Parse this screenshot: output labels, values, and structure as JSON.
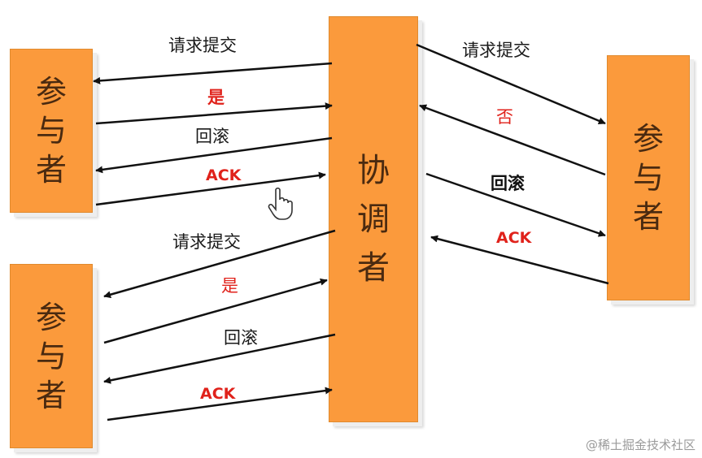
{
  "participant_label": [
    "参",
    "与",
    "者"
  ],
  "coordinator_label": [
    "协",
    "调",
    "者"
  ],
  "top_left": {
    "request": "请求提交",
    "yes": "是",
    "rollback": "回滚",
    "ack": "ACK"
  },
  "right": {
    "request": "请求提交",
    "no": "否",
    "rollback": "回滚",
    "ack": "ACK"
  },
  "bottom_left": {
    "request": "请求提交",
    "yes": "是",
    "rollback": "回滚",
    "ack": "ACK"
  },
  "watermark": "@稀土掘金技术社区",
  "colors": {
    "box_fill": "#fb9a3c",
    "arrow": "#111111",
    "highlight_text": "#e0221b"
  }
}
